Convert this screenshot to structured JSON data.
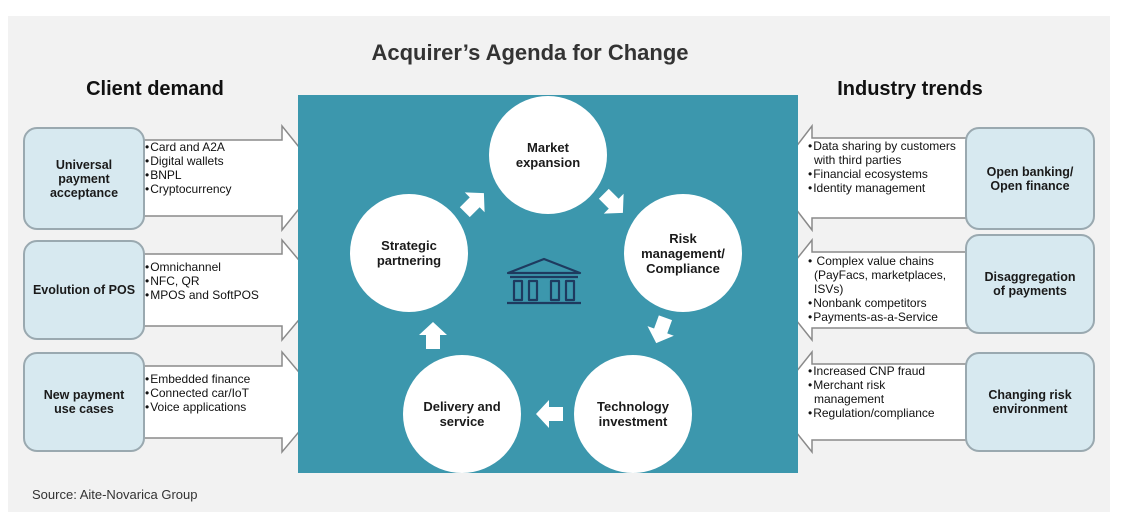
{
  "title": "Acquirer’s Agenda for Change",
  "left_heading": "Client demand",
  "right_heading": "Industry trends",
  "source": "Source: Aite-Novarica Group",
  "left": [
    {
      "label": "Universal\npayment\nacceptance",
      "bullets": [
        "Card and A2A",
        "Digital wallets",
        "BNPL",
        "Cryptocurrency"
      ]
    },
    {
      "label": "Evolution of POS",
      "bullets": [
        "Omnichannel",
        "NFC, QR",
        "MPOS and SoftPOS"
      ]
    },
    {
      "label": "New payment\nuse cases",
      "bullets": [
        "Embedded finance",
        "Connected car/IoT",
        "Voice applications"
      ]
    }
  ],
  "right": [
    {
      "label": "Open banking/\nOpen finance",
      "bullets": [
        "Data sharing by customers with third parties",
        "Financial ecosystems",
        "Identity management"
      ]
    },
    {
      "label": "Disaggregation\nof payments",
      "bullets": [
        " Complex value chains (PayFacs, marketplaces, ISVs)",
        "Nonbank competitors",
        "Payments-as-a-Service"
      ]
    },
    {
      "label": "Changing risk\nenvironment",
      "bullets": [
        "Increased CNP fraud",
        "Merchant risk management",
        "Regulation/compliance"
      ]
    }
  ],
  "cycle": [
    "Market\nexpansion",
    "Risk\nmanagement/\nCompliance",
    "Technology\ninvestment",
    "Delivery and\nservice",
    "Strategic\npartnering"
  ],
  "colors": {
    "center": "#3c97ad",
    "box_fill": "#d7e9f0",
    "box_border": "#9aa9b0"
  },
  "icons": {
    "center": "bank-icon"
  }
}
